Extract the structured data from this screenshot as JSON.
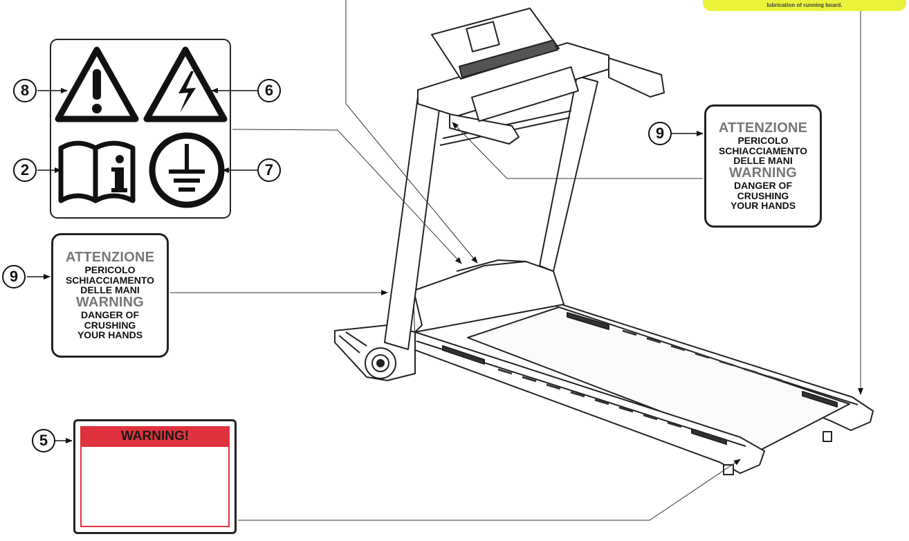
{
  "callouts": {
    "c8": "8",
    "c6": "6",
    "c2": "2",
    "c7": "7",
    "c9_right": "9",
    "c9_left": "9",
    "c5": "5"
  },
  "crush_label": {
    "title_it": "ATTENZIONE",
    "line1_it": "PERICOLO",
    "line2_it": "SCHIACCIAMENTO",
    "line3_it": "DELLE MANI",
    "title_en": "WARNING",
    "line1_en": "DANGER OF",
    "line2_en": "CRUSHING",
    "line3_en": "YOUR HANDS"
  },
  "belt_warning": {
    "header": "WARNING!"
  },
  "lubrication_tab": {
    "text": "lubrication of running board."
  },
  "icons": [
    "warning-exclamation-icon",
    "electric-hazard-icon",
    "read-manual-icon",
    "ground-earth-icon",
    "no-hands-belt-icon"
  ],
  "colors": {
    "warning_red": "#e0323d",
    "highlight_yellow": "#eaf23a",
    "line": "#222222"
  }
}
